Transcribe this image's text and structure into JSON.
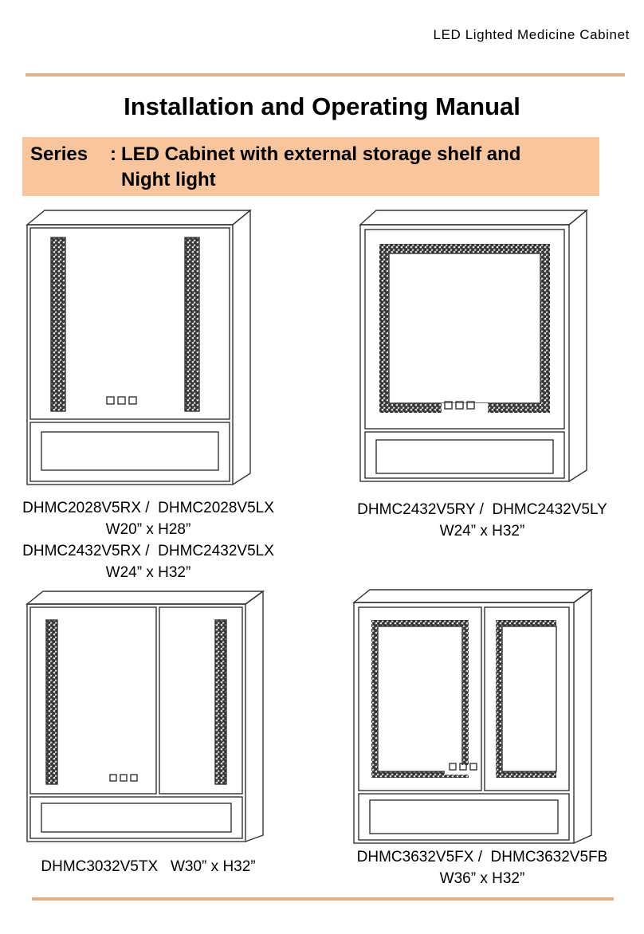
{
  "header": {
    "doc_label": "LED Lighted Medicine Cabinet"
  },
  "title": "Installation and Operating Manual",
  "series": {
    "key": "Series",
    "colon": ":",
    "line1": "LED Cabinet with external storage shelf and",
    "line2": "Night light"
  },
  "models": [
    {
      "line1": "DHMC2028V5RX /  DHMC2028V5LX",
      "line2": "W20” x H28”",
      "line3": "DHMC2432V5RX /  DHMC2432V5LX",
      "line4": "W24” x H32”"
    },
    {
      "line1": "DHMC2432V5RY /  DHMC2432V5LY",
      "line2": "W24” x H32”"
    },
    {
      "line1": "DHMC3032V5TX   W30” x H32”"
    },
    {
      "line1": "DHMC3632V5FX /  DHMC3632V5FB",
      "line2": "W36” x H32”"
    }
  ],
  "colors": {
    "accent_rule": "#e3b08a",
    "series_band": "#f8c59d"
  }
}
